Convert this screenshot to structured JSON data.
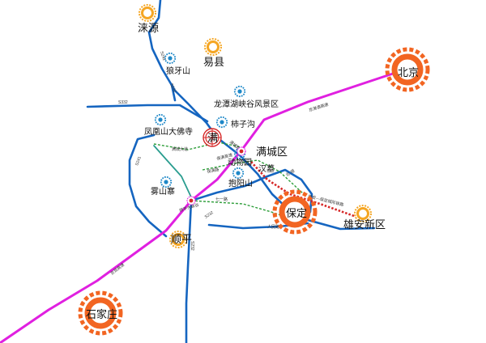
{
  "colors": {
    "expressway": "#e020e0",
    "national_road": "#1565c0",
    "provincial_road": "#2a9d8f",
    "county_road": "#2e9e3a",
    "rail_link": "#d62828",
    "city_ring": "#f26522",
    "scenic_dot": "#1e88c8",
    "county_seat": "#f5a623"
  },
  "cities": {
    "laiyuan": "涞源",
    "yixian": "易县",
    "beijing": "北京",
    "mancheng": "满城区",
    "baoding": "保定",
    "xiongan": "雄安新区",
    "shunping": "顺平",
    "shijiazhuang": "石家庄",
    "center": "满"
  },
  "scenic": {
    "langyashan": "狼牙山",
    "longtanhu": "龙潭湖峡谷风景区",
    "fengshuanshan": "凤凰山大佛寺",
    "shizigou": "柿子沟",
    "dongwuyuan": "动物园",
    "baoyangshan": "抱阳山",
    "wushanzhai": "雾山寨",
    "hanmu": "汉墓"
  },
  "roads": {
    "s332": "S332",
    "s242_a": "S242",
    "s242_b": "S242",
    "s241": "S241",
    "s232": "S232",
    "jingkun": "京昆高速",
    "jinggang": "京港澳高速",
    "xiong_bao": "雄安—保定城际铁路",
    "mancheng_da": "满城大道",
    "mancheng_lu": "满城路",
    "baoman_lu": "保满路",
    "baoman_gs": "保满高速",
    "beiying": "北·顺",
    "qiyi_lu": "七一路",
    "renmin_lu": "人民路",
    "shunping_sh": "顺平大峡谷",
    "s232_b": "S232"
  }
}
